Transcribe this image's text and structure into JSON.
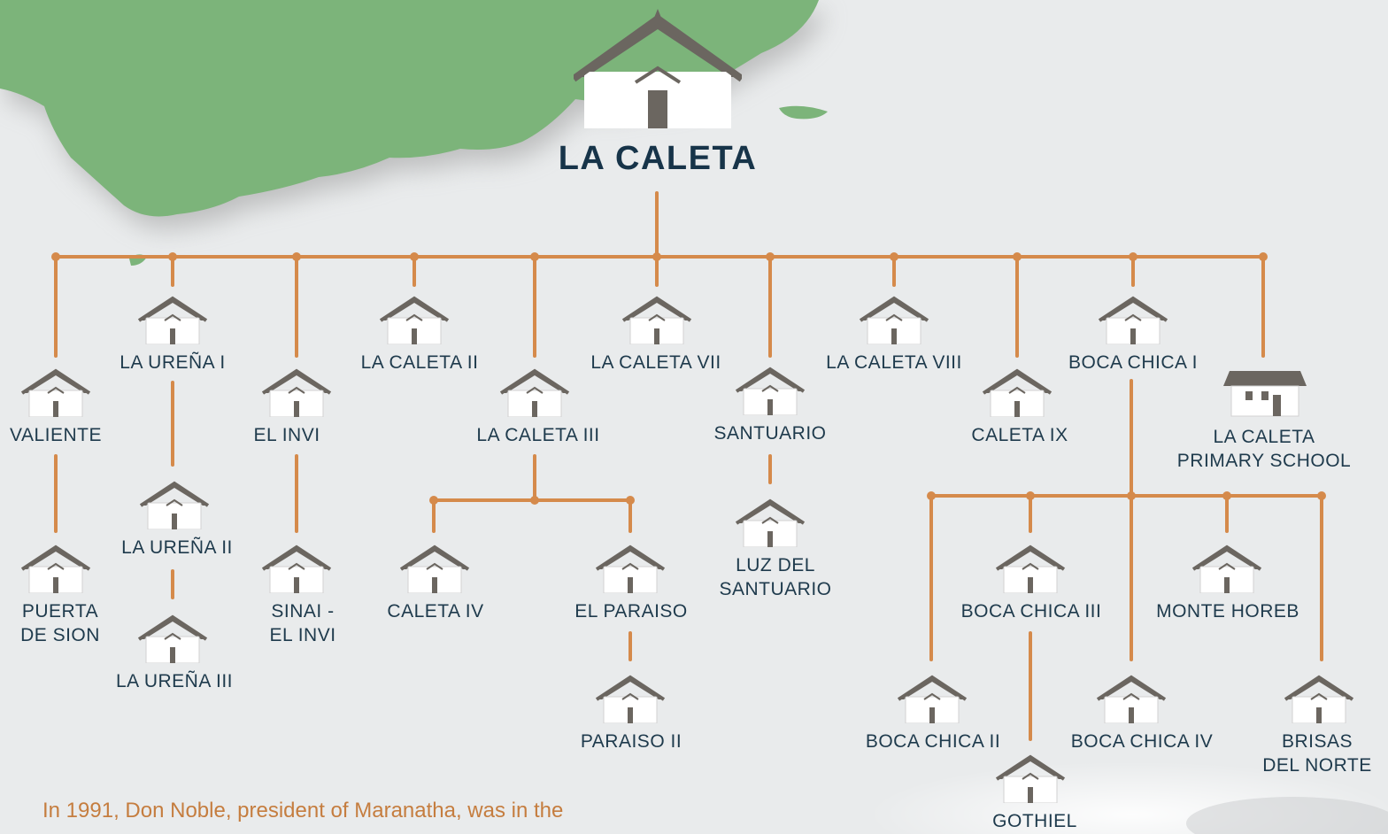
{
  "colors": {
    "connector": "#d58a4b",
    "label": "#1e3a4c",
    "land": "#7cb47a",
    "roof": "#6b6660",
    "intro_text": "#c57d3f"
  },
  "icons": {
    "church": "church-icon",
    "school": "school-building-icon"
  },
  "root": {
    "name": "LA CALETA"
  },
  "churches": [
    {
      "id": "valiente",
      "lines": [
        "VALIENTE"
      ]
    },
    {
      "id": "puerta-de-sion",
      "lines": [
        "PUERTA",
        "DE SION"
      ]
    },
    {
      "id": "la-urena-i",
      "lines": [
        "LA UREÑA I"
      ]
    },
    {
      "id": "la-urena-ii",
      "lines": [
        "LA UREÑA II"
      ]
    },
    {
      "id": "la-urena-iii",
      "lines": [
        "LA UREÑA III"
      ]
    },
    {
      "id": "el-invi",
      "lines": [
        "EL INVI"
      ]
    },
    {
      "id": "sinai-el-invi",
      "lines": [
        "SINAI -",
        "EL INVI"
      ]
    },
    {
      "id": "la-caleta-ii",
      "lines": [
        "LA CALETA II"
      ]
    },
    {
      "id": "la-caleta-iii",
      "lines": [
        "LA CALETA III"
      ]
    },
    {
      "id": "caleta-iv",
      "lines": [
        "CALETA IV"
      ]
    },
    {
      "id": "el-paraiso",
      "lines": [
        "EL PARAISO"
      ]
    },
    {
      "id": "paraiso-ii",
      "lines": [
        "PARAISO II"
      ]
    },
    {
      "id": "la-caleta-vii",
      "lines": [
        "LA CALETA VII"
      ]
    },
    {
      "id": "santuario",
      "lines": [
        "SANTUARIO"
      ]
    },
    {
      "id": "luz-del-santuario",
      "lines": [
        "LUZ DEL",
        "SANTUARIO"
      ]
    },
    {
      "id": "la-caleta-viii",
      "lines": [
        "LA CALETA VIII"
      ]
    },
    {
      "id": "caleta-ix",
      "lines": [
        "CALETA IX"
      ]
    },
    {
      "id": "boca-chica-i",
      "lines": [
        "BOCA CHICA I"
      ]
    },
    {
      "id": "boca-chica-ii",
      "lines": [
        "BOCA CHICA II"
      ]
    },
    {
      "id": "boca-chica-iii",
      "lines": [
        "BOCA CHICA III"
      ]
    },
    {
      "id": "gothiel",
      "lines": [
        "GOTHIEL"
      ]
    },
    {
      "id": "monte-horeb",
      "lines": [
        "MONTE HOREB"
      ]
    },
    {
      "id": "boca-chica-iv",
      "lines": [
        "BOCA CHICA IV"
      ]
    },
    {
      "id": "brisas-del-norte",
      "lines": [
        "BRISAS",
        "DEL NORTE"
      ]
    }
  ],
  "school": {
    "lines": [
      "LA CALETA",
      "PRIMARY SCHOOL"
    ]
  },
  "intro_text": "In 1991, Don Noble, president of Maranatha, was in the"
}
